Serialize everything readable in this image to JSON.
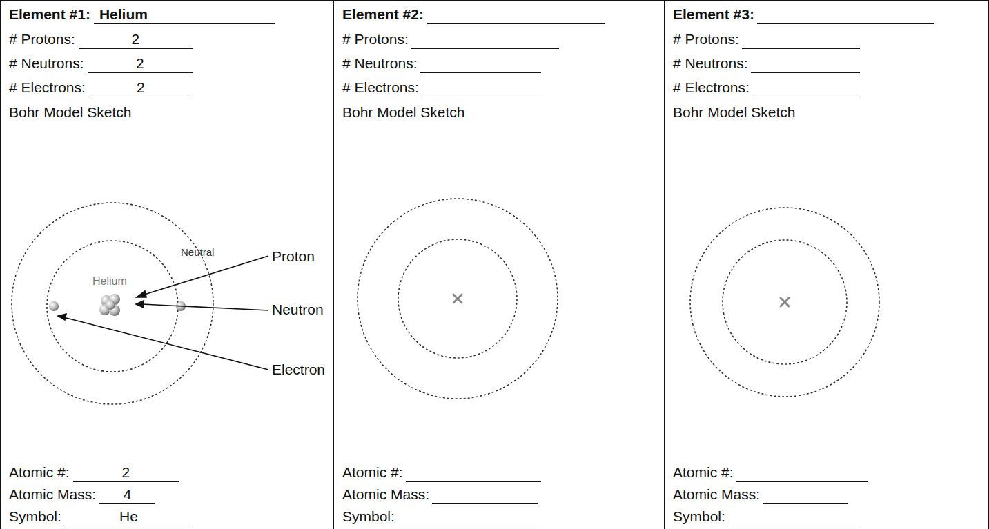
{
  "diagram": {
    "nodes": [
      {
        "text": [
          "Element #1:",
          "Helium",
          "# Protons:",
          "2",
          "# Neutrons:",
          "2",
          "# Electrons:",
          "2",
          "Bohr Model Sketch",
          "Atomic #:",
          "2",
          "Atomic Mass:",
          "4",
          "Symbol:",
          "He"
        ]
      },
      {
        "text": [
          "Element #2:",
          "# Protons:",
          "# Neutrons:",
          "# Electrons:",
          "Bohr Model Sketch",
          "Atomic #:",
          "Atomic Mass:",
          "Symbol:"
        ]
      },
      {
        "text": [
          "Element #3:",
          "# Protons:",
          "# Neutrons:",
          "# Electrons:",
          "Bohr Model Sketch",
          "Atomic #:",
          "Atomic Mass:",
          "Symbol:"
        ]
      }
    ],
    "labels": [
      "Neutral",
      "Helium",
      "Proton",
      "Neutron",
      "Electron"
    ]
  }
}
